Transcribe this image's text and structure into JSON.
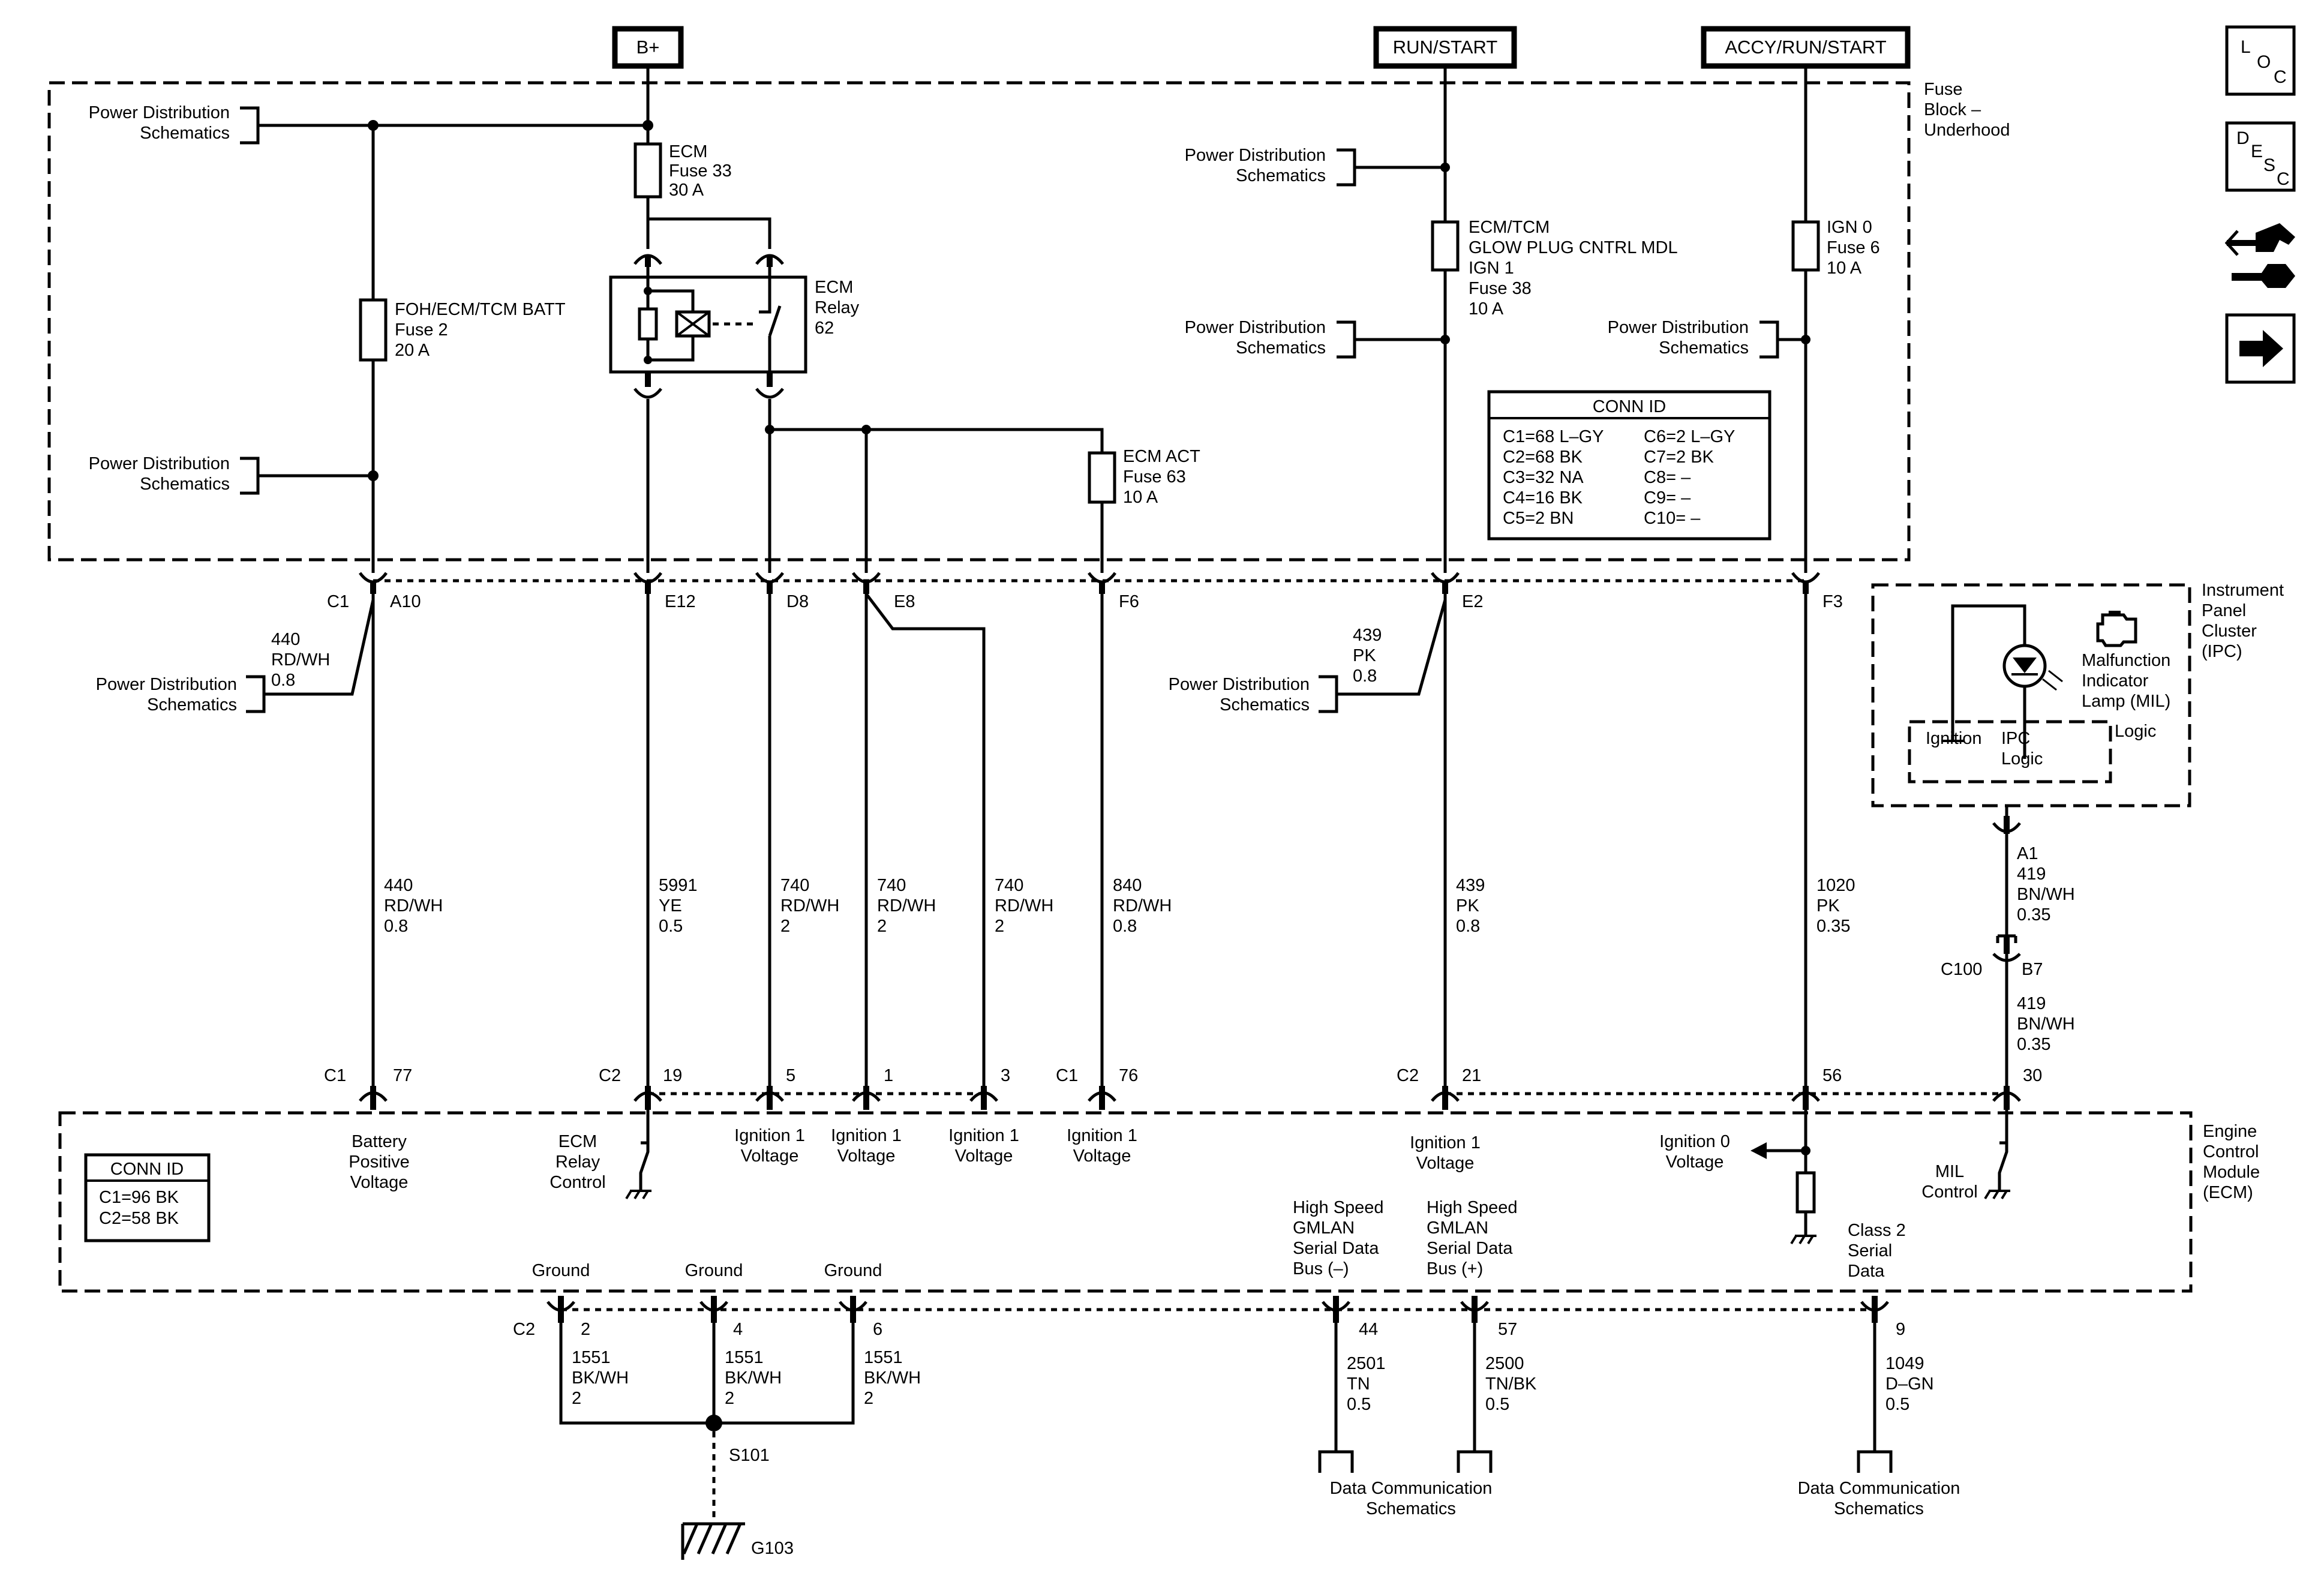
{
  "supplies": {
    "bplus": "B+",
    "run_start": "RUN/START",
    "accy_run_start": "ACCY/RUN/START"
  },
  "side_icons": {
    "loc_l": "L",
    "loc_o": "O",
    "loc_c": "C",
    "desc_d": "D",
    "desc_e": "E",
    "desc_s": "S",
    "desc_c": "C",
    "icon_names": [
      "loc-icon",
      "desc-icon",
      "connector-tool-icon",
      "next-arrow-icon"
    ]
  },
  "fuse_block": {
    "l1": "Fuse",
    "l2": "Block –",
    "l3": "Underhood"
  },
  "ipc": {
    "l1": "Instrument",
    "l2": "Panel",
    "l3": "Cluster",
    "l4": "(IPC)"
  },
  "ecm_module": {
    "l1": "Engine",
    "l2": "Control",
    "l3": "Module",
    "l4": "(ECM)"
  },
  "pds": {
    "l1": "Power Distribution",
    "l2": "Schematics"
  },
  "dcs": {
    "l1": "Data Communication",
    "l2": "Schematics"
  },
  "fuses": {
    "ecm33": {
      "l1": "ECM",
      "l2": "Fuse 33",
      "l3": "30 A"
    },
    "batt2": {
      "l1": "FOH/ECM/TCM BATT",
      "l2": "Fuse 2",
      "l3": "20 A"
    },
    "act63": {
      "l1": "ECM ACT",
      "l2": "Fuse 63",
      "l3": "10 A"
    },
    "ign38": {
      "l1": "ECM/TCM",
      "l2": "GLOW PLUG CNTRL MDL",
      "l3": "IGN 1",
      "l4": "Fuse 38",
      "l5": "10 A"
    },
    "ign06": {
      "l1": "IGN 0",
      "l2": "Fuse 6",
      "l3": "10 A"
    }
  },
  "relay": {
    "l1": "ECM",
    "l2": "Relay",
    "l3": "62"
  },
  "conn_fuse_block": {
    "title": "CONN ID",
    "left": [
      "C1=68 L–GY",
      "C2=68 BK",
      "C3=32 NA",
      "C4=16 BK",
      "C5=2 BN"
    ],
    "right": [
      "C6=2 L–GY",
      "C7=2 BK",
      "C8= –",
      "C9= –",
      "C10= –"
    ]
  },
  "conn_ecm": {
    "title": "CONN ID",
    "rows": [
      "C1=96 BK",
      "C2=58 BK"
    ]
  },
  "fb_pins": {
    "c1": "C1",
    "a10": "A10",
    "e12": "E12",
    "d8": "D8",
    "e8": "E8",
    "f6": "F6",
    "e2": "E2",
    "f3": "F3"
  },
  "wires": {
    "w440_top": {
      "n": "440",
      "c": "RD/WH",
      "s": "0.8"
    },
    "w440": {
      "n": "440",
      "c": "RD/WH",
      "s": "0.8"
    },
    "w5991": {
      "n": "5991",
      "c": "YE",
      "s": "0.5"
    },
    "w740a": {
      "n": "740",
      "c": "RD/WH",
      "s": "2"
    },
    "w740b": {
      "n": "740",
      "c": "RD/WH",
      "s": "2"
    },
    "w740c": {
      "n": "740",
      "c": "RD/WH",
      "s": "2"
    },
    "w840": {
      "n": "840",
      "c": "RD/WH",
      "s": "0.8"
    },
    "w439_top": {
      "n": "439",
      "c": "PK",
      "s": "0.8"
    },
    "w439": {
      "n": "439",
      "c": "PK",
      "s": "0.8"
    },
    "w1020": {
      "n": "1020",
      "c": "PK",
      "s": "0.35"
    },
    "w419a": {
      "n": "419",
      "c": "BN/WH",
      "s": "0.35"
    },
    "w419b": {
      "n": "419",
      "c": "BN/WH",
      "s": "0.35"
    },
    "w1551a": {
      "n": "1551",
      "c": "BK/WH",
      "s": "2"
    },
    "w1551b": {
      "n": "1551",
      "c": "BK/WH",
      "s": "2"
    },
    "w1551c": {
      "n": "1551",
      "c": "BK/WH",
      "s": "2"
    },
    "w2501": {
      "n": "2501",
      "c": "TN",
      "s": "0.5"
    },
    "w2500": {
      "n": "2500",
      "c": "TN/BK",
      "s": "0.5"
    },
    "w1049": {
      "n": "1049",
      "c": "D–GN",
      "s": "0.5"
    }
  },
  "ipc_pins": {
    "a1": "A1",
    "c100": "C100",
    "b7": "B7"
  },
  "ipc_content": {
    "mil1": "Malfunction",
    "mil2": "Indicator",
    "mil3": "Lamp (MIL)",
    "ignition": "Ignition",
    "ipc1": "IPC",
    "ipc2": "Logic",
    "logic": "Logic"
  },
  "ecm_pins": {
    "c1a": "C1",
    "p77": "77",
    "c2a": "C2",
    "p19": "19",
    "p5": "5",
    "p1": "1",
    "p3": "3",
    "c1b": "C1",
    "p76": "76",
    "c2b": "C2",
    "p21": "21",
    "p56": "56",
    "p30": "30",
    "c2c": "C2",
    "p2": "2",
    "p4": "4",
    "p6": "6",
    "p44": "44",
    "p57": "57",
    "p9": "9"
  },
  "ecm_labels": {
    "batt": [
      "Battery",
      "Positive",
      "Voltage"
    ],
    "relay_ctl": [
      "ECM",
      "Relay",
      "Control"
    ],
    "ign1": [
      "Ignition 1",
      "Voltage"
    ],
    "ign0": [
      "Ignition 0",
      "Voltage"
    ],
    "mil": [
      "MIL",
      "Control"
    ],
    "gmlan_neg": [
      "High Speed",
      "GMLAN",
      "Serial Data",
      "Bus (–)"
    ],
    "gmlan_pos": [
      "High Speed",
      "GMLAN",
      "Serial Data",
      "Bus (+)"
    ],
    "class2": [
      "Class 2",
      "Serial",
      "Data"
    ],
    "ground": "Ground"
  },
  "splice": "S101",
  "ground_point": "G103"
}
